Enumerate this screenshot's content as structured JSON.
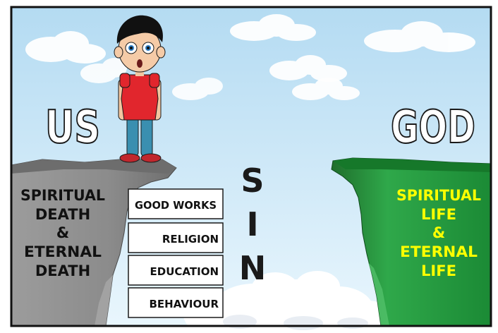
{
  "labels": {
    "us": "US",
    "god": "GOD",
    "left_cliff": [
      "SPIRITUAL",
      "DEATH",
      "&",
      "ETERNAL",
      "DEATH"
    ],
    "right_cliff": [
      "SPIRITUAL",
      "LIFE",
      "&",
      "ETERNAL",
      "LIFE"
    ],
    "gap_word": [
      "S",
      "I",
      "N"
    ],
    "attempt_boxes": [
      "GOOD WORKS",
      "RELIGION",
      "EDUCATION",
      "BEHAVIOUR"
    ]
  },
  "colors": {
    "sky_top": "#b9def3",
    "sky_bottom": "#e8f5fc",
    "left_cliff": "#8a8a8a",
    "right_cliff": "#1e9a3a",
    "right_text": "#ffff00",
    "dark_text": "#111111"
  },
  "icons": {
    "character": "boy-standing-surprised",
    "cloud": "cloud-icon"
  }
}
